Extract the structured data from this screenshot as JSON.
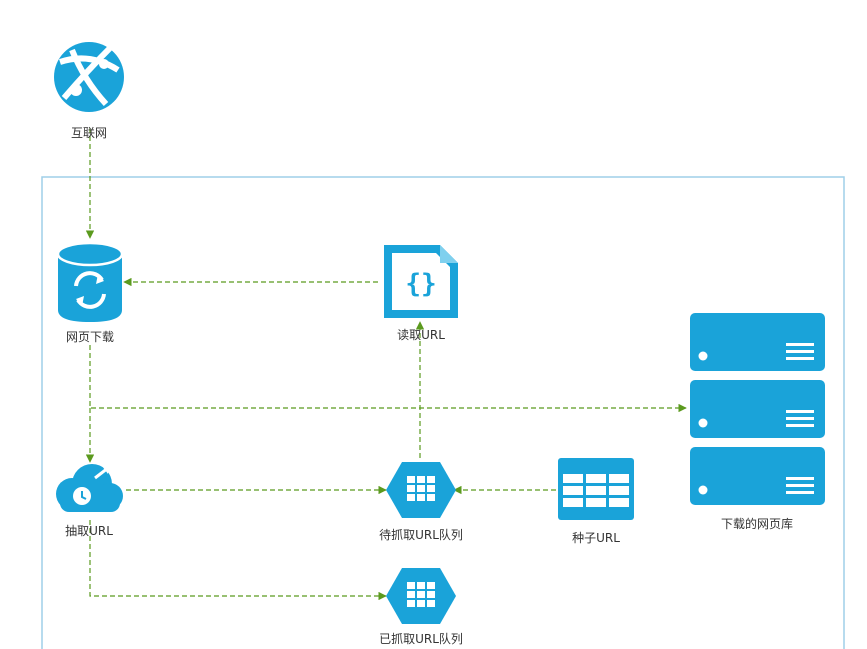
{
  "colors": {
    "icon": "#1aa3d9",
    "arrow": "#5b9a1e",
    "frame": "#9fcfe8"
  },
  "nodes": {
    "internet": {
      "label": "互联网",
      "icon": "globe-icon"
    },
    "page_download": {
      "label": "网页下载",
      "icon": "database-sync-icon"
    },
    "read_url": {
      "label": "读取URL",
      "icon": "json-file-icon"
    },
    "page_store": {
      "label": "下载的网页库",
      "icon": "server-stack-icon"
    },
    "extract_url": {
      "label": "抽取URL",
      "icon": "cloud-clock-icon"
    },
    "pending_queue": {
      "label": "待抓取URL队列",
      "icon": "queue-hexagon-icon"
    },
    "seed_url": {
      "label": "种子URL",
      "icon": "table-icon"
    },
    "crawled_queue": {
      "label": "已抓取URL队列",
      "icon": "queue-hexagon-icon"
    }
  }
}
